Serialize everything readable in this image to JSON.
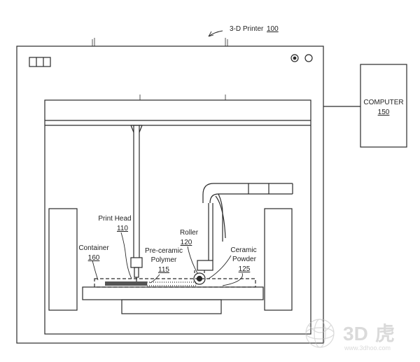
{
  "diagram": {
    "title": "3-D Printer",
    "title_ref": "100",
    "computer_label": "COMPUTER",
    "computer_ref": "150",
    "print_head_label": "Print Head",
    "print_head_ref": "110",
    "container_label": "Container",
    "container_ref": "160",
    "polymer_label_line1": "Pre-ceramic",
    "polymer_label_line2": "Polymer",
    "polymer_ref": "115",
    "roller_label": "Roller",
    "roller_ref": "120",
    "powder_label_line1": "Ceramic",
    "powder_label_line2": "Powder",
    "powder_ref": "125"
  },
  "watermark": {
    "brand_number": "3D",
    "brand_char": "虎",
    "url": "www.3dhoo.com"
  },
  "colors": {
    "line": "#2a2a2a",
    "watermark": "#c8c8c8",
    "background": "#ffffff"
  }
}
